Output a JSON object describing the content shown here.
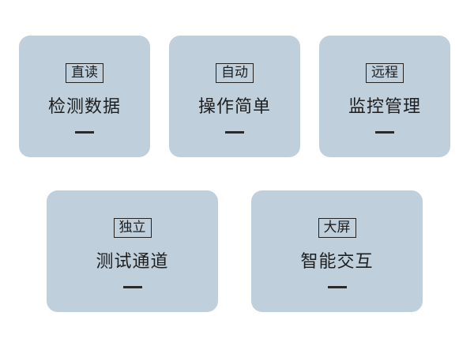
{
  "cards": [
    {
      "tag": "直读",
      "title": "检测数据",
      "dash": "—"
    },
    {
      "tag": "自动",
      "title": "操作简单",
      "dash": "—"
    },
    {
      "tag": "远程",
      "title": "监控管理",
      "dash": "—"
    },
    {
      "tag": "独立",
      "title": "测试通道",
      "dash": "—"
    },
    {
      "tag": "大屏",
      "title": "智能交互",
      "dash": "—"
    }
  ],
  "colors": {
    "card_background": "#bfcfdc",
    "text": "#1e1e1e",
    "page_background": "#ffffff"
  }
}
